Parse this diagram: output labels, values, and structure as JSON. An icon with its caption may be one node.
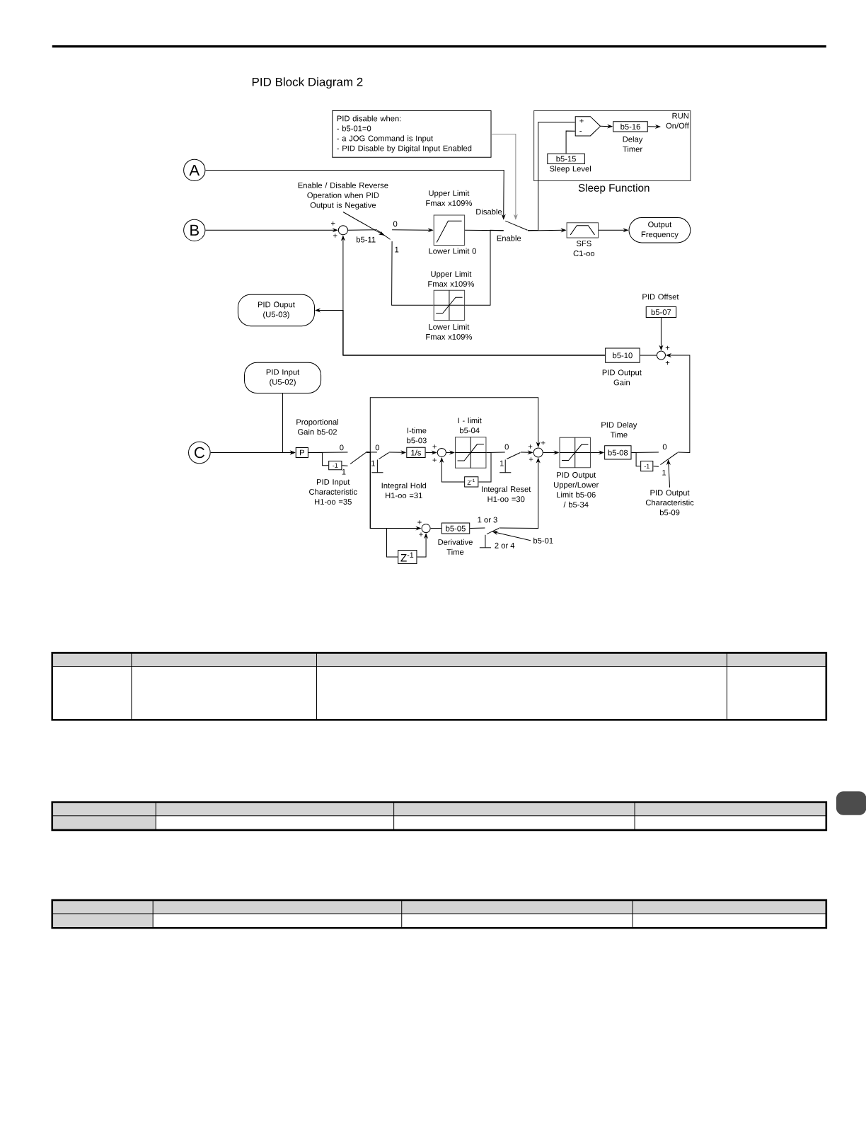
{
  "diagram": {
    "title": "PID Block Diagram 2",
    "nodes": [
      {
        "text": [
          "PID disable when:",
          "- b5-01=0",
          "- a JOG Command is Input",
          "- PID Disable by Digital Input Enabled"
        ]
      },
      {
        "text": [
          "Sleep Function"
        ]
      },
      {
        "text": [
          "+",
          "-"
        ],
        "in": 1
      },
      {
        "text": [
          "b5-16"
        ],
        "beside": [
          "Delay Timer"
        ],
        "in": 1
      },
      {
        "text": [
          "RUN On/Off"
        ],
        "in": 1
      },
      {
        "text": [
          "b5-15"
        ],
        "beside": [
          "Sleep Level"
        ],
        "in": 1
      },
      {
        "text": [
          "A"
        ]
      },
      {
        "text": [
          "Enable / Disable Reverse Operation when PID Output is Negative"
        ]
      },
      {
        "text": [
          "B"
        ]
      },
      {
        "text": [],
        "shape": "circle"
      },
      {
        "text": [],
        "shape": "switch"
      },
      {
        "text": [],
        "shape": "box",
        "beside": [
          "Upper Limit Fmax x109%",
          "Lower Limit 0"
        ]
      },
      {
        "text": [],
        "shape": "switch"
      },
      {
        "text": [],
        "shape": "box",
        "beside": [
          "SFS C1-oo"
        ]
      },
      {
        "text": [
          "Output Frequency"
        ]
      },
      {
        "text": [],
        "shape": "box",
        "beside": [
          "Upper Limit Fmax x109%",
          "Lower Limit Fmax x109%"
        ]
      },
      {
        "text": [
          "PID Ouput (U5-03)"
        ]
      },
      {
        "text": [
          "b5-07"
        ],
        "beside": [
          "PID Offset"
        ]
      },
      {
        "text": [
          "b5-10"
        ],
        "beside": [
          "PID Output Gain"
        ]
      },
      {
        "text": [],
        "shape": "circle"
      },
      {
        "text": [
          "PID Input (U5-02)"
        ]
      },
      {
        "text": [
          "C"
        ]
      },
      {
        "text": [
          "P"
        ],
        "beside": [
          "Proportional Gain b5-02"
        ]
      },
      {
        "text": [
          "-1"
        ]
      },
      {
        "text": [],
        "shape": "switch"
      },
      {
        "text": [],
        "shape": "switch"
      },
      {
        "text": [
          "1/s"
        ],
        "beside": [
          "I-time b5-03"
        ]
      },
      {
        "text": [],
        "shape": "circle"
      },
      {
        "text": [],
        "shape": "box",
        "beside": [
          "I - limit b5-04"
        ]
      },
      {
        "text": [
          "Z$^{-1}$"
        ]
      },
      {
        "text": [],
        "shape": "switch"
      },
      {
        "text": [],
        "shape": "circle"
      },
      {
        "text": [],
        "shape": "box",
        "beside": [
          "PID Output Upper/Lower Limit b5-06 / b5-34"
        ]
      },
      {
        "text": [
          "b5-08"
        ],
        "beside": [
          "PID Delay Time"
        ]
      },
      {
        "text": [
          "-1"
        ]
      },
      {
        "text": [],
        "shape": "switch"
      },
      {
        "text": [
          "PID Output Characteristic b5-09"
        ]
      },
      {
        "text": [],
        "shape": "circle"
      },
      {
        "text": [
          "b5-05"
        ],
        "beside": [
          "Derivative Time"
        ]
      },
      {
        "text": [],
        "shape": "switch"
      },
      {
        "text": [
          "b5-01"
        ]
      },
      {
        "text": [
          "Z$^{-1}$"
        ]
      }
    ],
    "edges": [
      {
        "from": 2,
        "to": 3,
        "arrow": "to"
      },
      {
        "from": 3,
        "to": 4,
        "arrow": "to"
      },
      {
        "from": 5,
        "to": 2,
        "arrow": "none"
      },
      {
        "from": 12,
        "to": 2,
        "arrow": "none"
      },
      {
        "from": 6,
        "to": 12,
        "arrow": "to"
      },
      {
        "from": 0,
        "to": 12,
        "arrow": "to",
        "color": "#8c8c8c"
      },
      {
        "from": 8,
        "to": 9,
        "arrow": "to"
      },
      {
        "from": 9,
        "to": 10,
        "arrow": "none"
      },
      {
        "from": 7,
        "to": 10,
        "arrow": "to"
      },
      {
        "from": 10,
        "to": 11,
        "arrow": "to"
      },
      {
        "from": 10,
        "to": 15,
        "arrow": "none"
      },
      {
        "from": 11,
        "to": 12,
        "arrow": "none"
      },
      {
        "from": 15,
        "to": 12,
        "arrow": "none"
      },
      {
        "from": 12,
        "to": 13,
        "arrow": "to"
      },
      {
        "from": 13,
        "to": 14,
        "arrow": "to"
      },
      {
        "from": 18,
        "to": 9,
        "arrow": "to"
      },
      {
        "from": 18,
        "to": 16,
        "arrow": "to"
      },
      {
        "from": 19,
        "to": 18,
        "arrow": "none"
      },
      {
        "from": 17,
        "to": 19,
        "arrow": "to"
      },
      {
        "from": 35,
        "to": 19,
        "arrow": "to"
      },
      {
        "from": 21,
        "to": 22,
        "arrow": "to"
      },
      {
        "from": 20,
        "to": 22,
        "arrow": "to"
      },
      {
        "from": 22,
        "to": 24,
        "arrow": "none"
      },
      {
        "from": 22,
        "to": 23,
        "arrow": "none"
      },
      {
        "from": 23,
        "to": 24,
        "arrow": "none"
      },
      {
        "from": 24,
        "to": 25,
        "arrow": "none"
      },
      {
        "from": 24,
        "to": 31,
        "arrow": "to"
      },
      {
        "from": 24,
        "to": 37,
        "arrow": "to"
      },
      {
        "from": 24,
        "to": 41,
        "arrow": "none"
      },
      {
        "from": 41,
        "to": 37,
        "arrow": "to"
      },
      {
        "from": 25,
        "to": 26,
        "arrow": "to"
      },
      {
        "from": 26,
        "to": 27,
        "arrow": "to"
      },
      {
        "from": 27,
        "to": 28,
        "arrow": "to"
      },
      {
        "from": 28,
        "to": 30,
        "arrow": "none"
      },
      {
        "from": 28,
        "to": 29,
        "arrow": "none"
      },
      {
        "from": 29,
        "to": 27,
        "arrow": "to"
      },
      {
        "from": 30,
        "to": 31,
        "arrow": "to"
      },
      {
        "from": 31,
        "to": 32,
        "arrow": "to"
      },
      {
        "from": 32,
        "to": 33,
        "arrow": "to"
      },
      {
        "from": 33,
        "to": 35,
        "arrow": "none"
      },
      {
        "from": 33,
        "to": 34,
        "arrow": "none"
      },
      {
        "from": 34,
        "to": 35,
        "arrow": "none"
      },
      {
        "from": 36,
        "to": 35,
        "arrow": "to"
      },
      {
        "from": 37,
        "to": 38,
        "arrow": "none"
      },
      {
        "from": 38,
        "to": 39,
        "arrow": "none"
      },
      {
        "from": 39,
        "to": 31,
        "arrow": "to"
      },
      {
        "from": 40,
        "to": 39,
        "arrow": "to"
      }
    ],
    "labels": [
      "Disable",
      "+",
      "0",
      "b5-11",
      "Enable",
      "+",
      "1",
      "+",
      "+",
      "0",
      "0",
      "+",
      "0",
      "+",
      "+",
      "0",
      "+",
      "+",
      "1",
      "1",
      "1",
      "1",
      "PID Input Characteristic H1-oo =35",
      "Integral Hold H1-oo =31",
      "Integral Reset H1-oo =30",
      "1 or 3",
      "+",
      "+",
      "2 or 4"
    ]
  }
}
